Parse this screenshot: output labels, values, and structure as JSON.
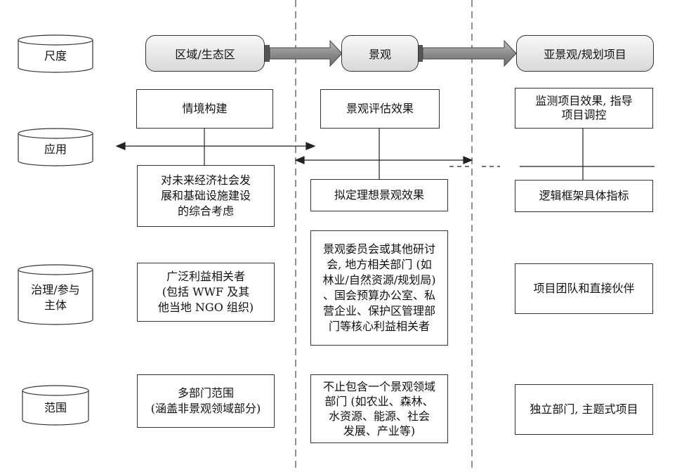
{
  "rows": {
    "scale": "尺度",
    "application": "应用",
    "governance": "治理/参与\n主体",
    "scope": "范围"
  },
  "scales": {
    "regional": "区域/生态区",
    "landscape": "景观",
    "sub": "亚景观/规划项目"
  },
  "application": {
    "col1_top": "情境构建",
    "col1_bottom": "对未来经济社会发\n展和基础设施建设\n的综合考虑",
    "col2_top": "景观评估效果",
    "col2_bottom": "拟定理想景观效果",
    "col3_top": "监测项目效果, 指导\n项目调控",
    "col3_bottom": "逻辑框架具体指标"
  },
  "governance": {
    "col1": "广泛利益相关者\n(包括 WWF 及其\n他当地 NGO 组织)",
    "col2": "景观委员会或其他研讨\n会, 地方相关部门 (如\n林业/自然资源/规划局)\n、国会预算办公室、私\n营企业、保护区管理部\n门等核心利益相关者",
    "col3": "项目团队和直接伙伴"
  },
  "scope": {
    "col1": "多部门范围\n(涵盖非景观领域部分)",
    "col2": "不止包含一个景观领域\n部门 (如农业、森林、\n水资源、能源、社会\n发展、产业等)",
    "col3": "独立部门, 主题式项目"
  }
}
